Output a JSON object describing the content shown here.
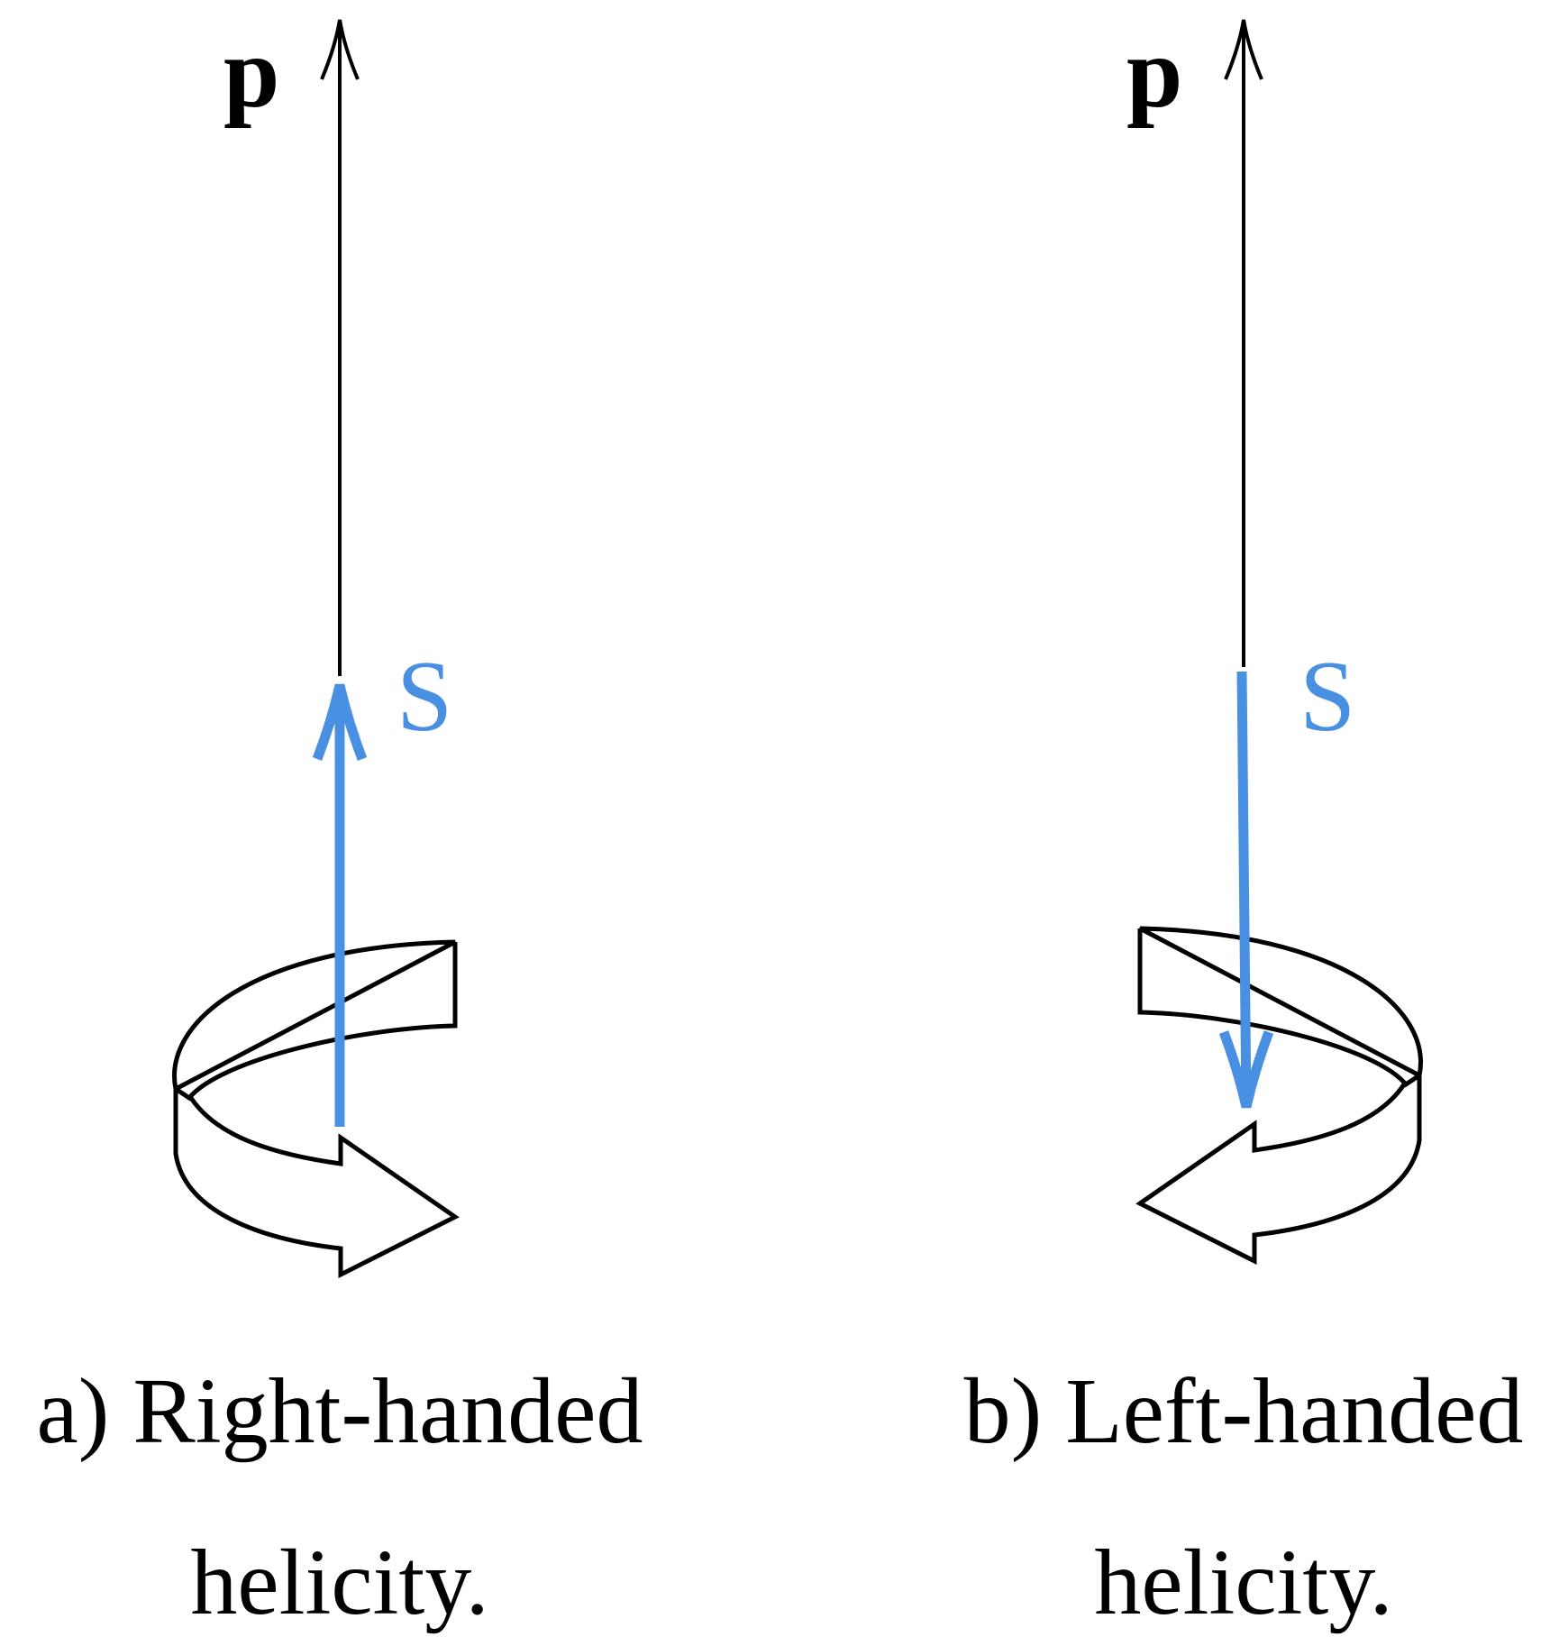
{
  "colors": {
    "momentum": "#000000",
    "spin": "#4a90e2",
    "rotation_outline": "#000000"
  },
  "panels": [
    {
      "id": "a",
      "momentum_label": "p",
      "spin_label": "S",
      "spin_direction": "up",
      "rotation": "counterclockwise",
      "caption_line1": "a) Right-handed",
      "caption_line2": "helicity."
    },
    {
      "id": "b",
      "momentum_label": "p",
      "spin_label": "S",
      "spin_direction": "down",
      "rotation": "clockwise",
      "caption_line1": "b) Left-handed",
      "caption_line2": "helicity."
    }
  ]
}
